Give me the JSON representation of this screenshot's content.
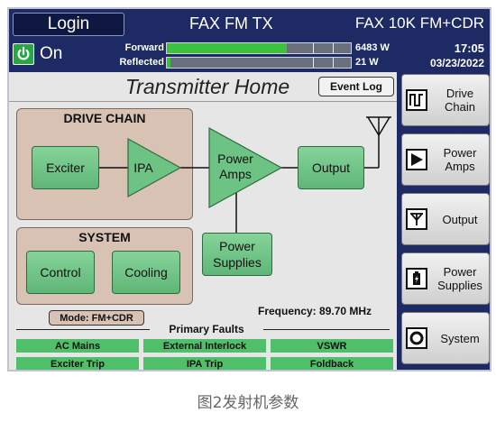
{
  "header": {
    "login_label": "Login",
    "tx_title": "FAX FM TX",
    "site_name": "FAX 10K FM+CDR"
  },
  "status": {
    "power_state": "On",
    "forward_label": "Forward",
    "reflected_label": "Reflected",
    "forward_value": "6483 W",
    "reflected_value": "21 W",
    "forward_fraction": 0.65,
    "reflected_fraction": 0.02,
    "time": "17:05",
    "date": "03/23/2022"
  },
  "main": {
    "title": "Transmitter Home",
    "event_log_label": "Event Log",
    "drive_chain_title": "DRIVE CHAIN",
    "system_title": "SYSTEM",
    "exciter_label": "Exciter",
    "ipa_label": "IPA",
    "power_amps_label": "Power Amps",
    "output_label": "Output",
    "power_supplies_label": "Power Supplies",
    "control_label": "Control",
    "cooling_label": "Cooling",
    "mode": "Mode: FM+CDR",
    "frequency": "Frequency: 89.70 MHz"
  },
  "faults": {
    "title": "Primary Faults",
    "items": [
      "AC Mains",
      "External Interlock",
      "VSWR",
      "Exciter Trip",
      "IPA Trip",
      "Foldback"
    ]
  },
  "sidebar": {
    "items": [
      {
        "label": "Drive Chain",
        "icon": "drive-chain-icon"
      },
      {
        "label": "Power Amps",
        "icon": "power-amps-icon"
      },
      {
        "label": "Output",
        "icon": "antenna-icon"
      },
      {
        "label": "Power Supplies",
        "icon": "battery-icon"
      },
      {
        "label": "System",
        "icon": "system-icon"
      }
    ]
  },
  "colors": {
    "header_bg": "#1d2a63",
    "meter_fill": "#3cc23c",
    "button_green": "#6cc383",
    "fault_green": "#4fbf6a",
    "group_box": "#d8c2b4"
  },
  "caption": "图2发射机参数"
}
